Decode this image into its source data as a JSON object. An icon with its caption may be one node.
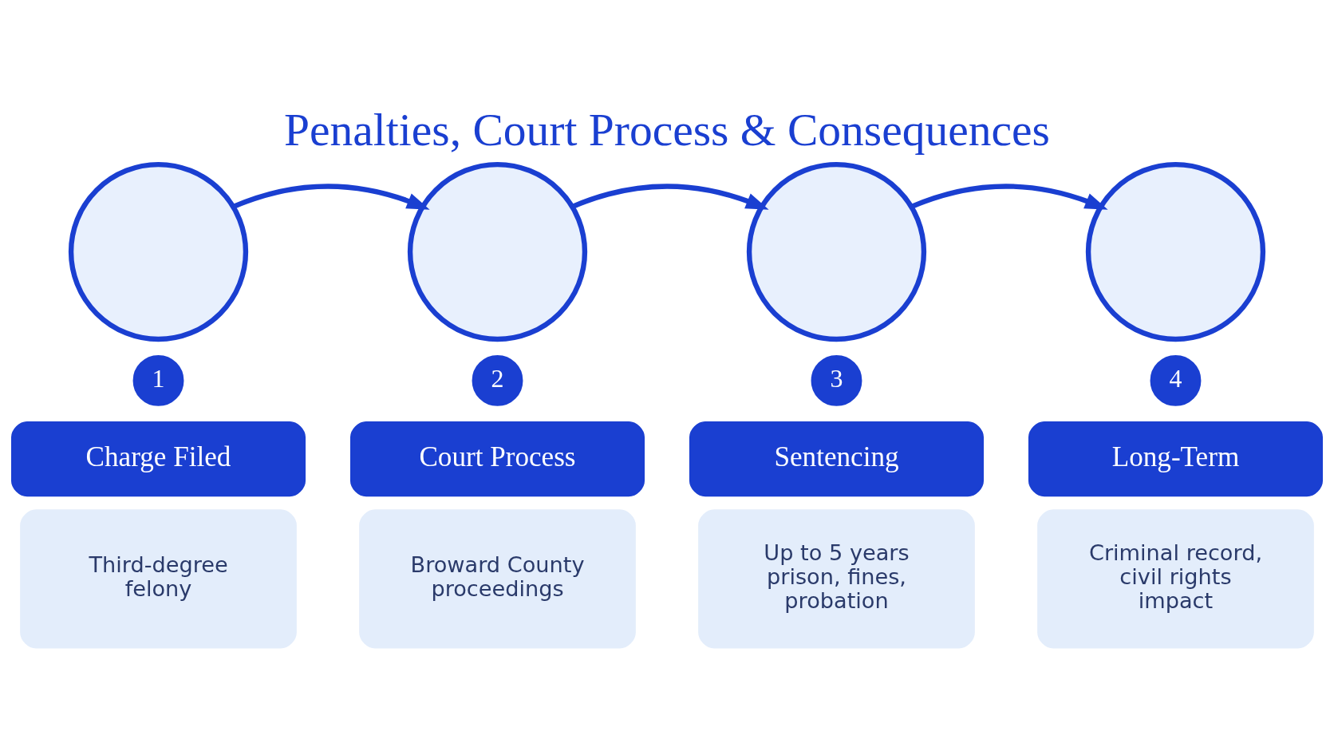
{
  "diagram": {
    "title": "Penalties, Court Process & Consequences",
    "nodes": [
      {
        "text": [],
        "shape": "circle"
      },
      {
        "text": [],
        "shape": "circle"
      },
      {
        "text": [],
        "shape": "circle"
      },
      {
        "text": [],
        "shape": "circle"
      },
      {
        "text": [
          "1"
        ]
      },
      {
        "text": [
          "2"
        ]
      },
      {
        "text": [
          "3"
        ]
      },
      {
        "text": [
          "4"
        ]
      },
      {
        "text": [
          "Charge Filed"
        ]
      },
      {
        "text": [
          "Court Process"
        ]
      },
      {
        "text": [
          "Sentencing"
        ]
      },
      {
        "text": [
          "Long-Term"
        ]
      },
      {
        "text": [
          "Third-degree felony"
        ]
      },
      {
        "text": [
          "Broward County proceedings"
        ]
      },
      {
        "text": [
          "Up to 5 years prison, fines, probation"
        ]
      },
      {
        "text": [
          "Criminal record, civil rights impact"
        ]
      }
    ],
    "edges": [
      {
        "from": 0,
        "to": 1,
        "arrow": "to"
      },
      {
        "from": 1,
        "to": 2,
        "arrow": "to"
      },
      {
        "from": 2,
        "to": 3,
        "arrow": "to"
      }
    ]
  }
}
